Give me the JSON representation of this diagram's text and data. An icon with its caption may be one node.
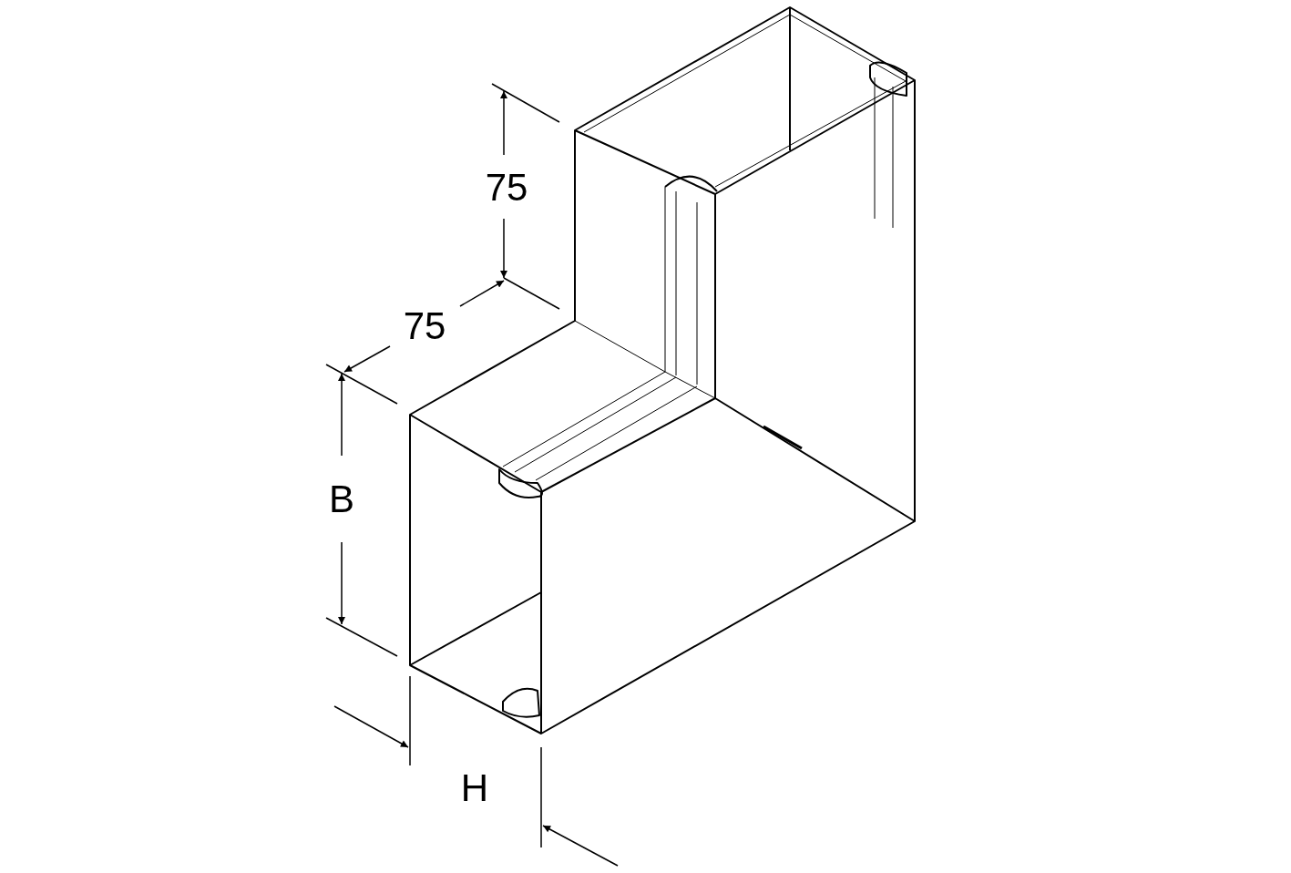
{
  "diagram": {
    "labels": [
      "75",
      "75",
      "B",
      "H"
    ]
  }
}
